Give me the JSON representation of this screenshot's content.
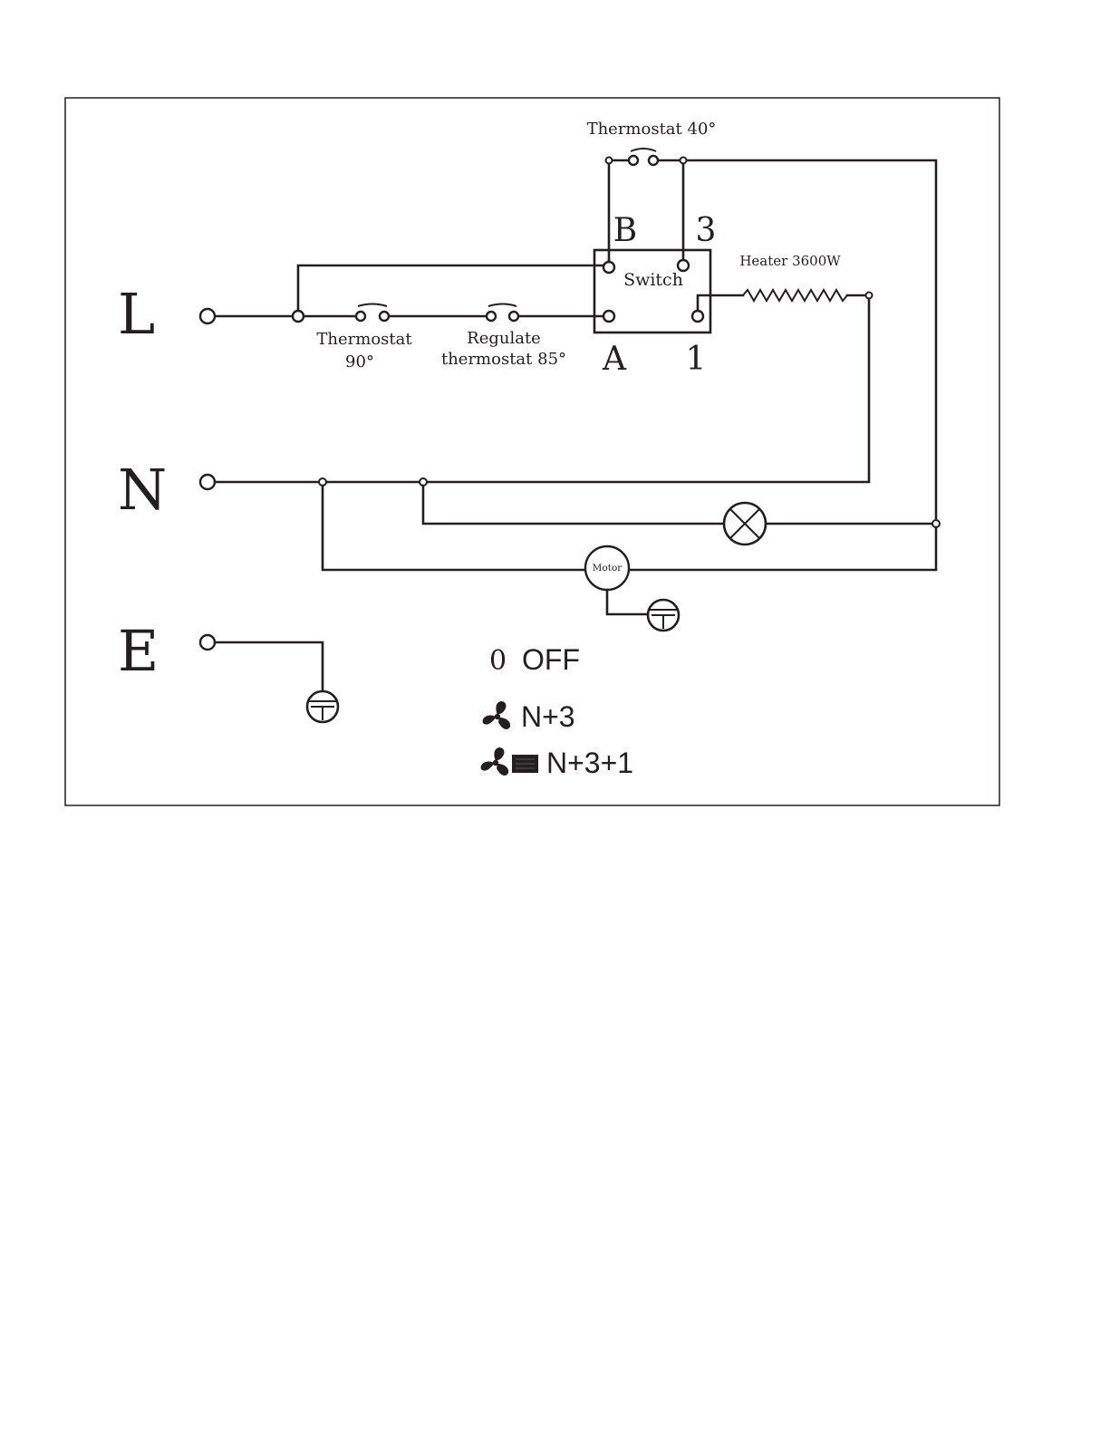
{
  "terminals": {
    "line": "L",
    "neutral": "N",
    "earth": "E"
  },
  "labels": {
    "thermostat_top": "Thermostat 40°",
    "thermostat_90_line1": "Thermostat",
    "thermostat_90_line2": "90°",
    "regulate_line1": "Regulate",
    "regulate_line2": "thermostat 85°",
    "switch": "Switch",
    "heater": "Heater 3600W",
    "motor": "Motor",
    "contact_b": "B",
    "contact_3": "3",
    "contact_a": "A",
    "contact_1": "1"
  },
  "legend": [
    {
      "symbol": "0",
      "text": "OFF",
      "icons": []
    },
    {
      "symbol": "",
      "text": "N+3",
      "icons": [
        "fan-icon"
      ]
    },
    {
      "symbol": "",
      "text": "N+3+1",
      "icons": [
        "fan-icon",
        "heater-element-icon"
      ]
    }
  ],
  "colors": {
    "ink": "#231f20",
    "background": "#ffffff"
  }
}
